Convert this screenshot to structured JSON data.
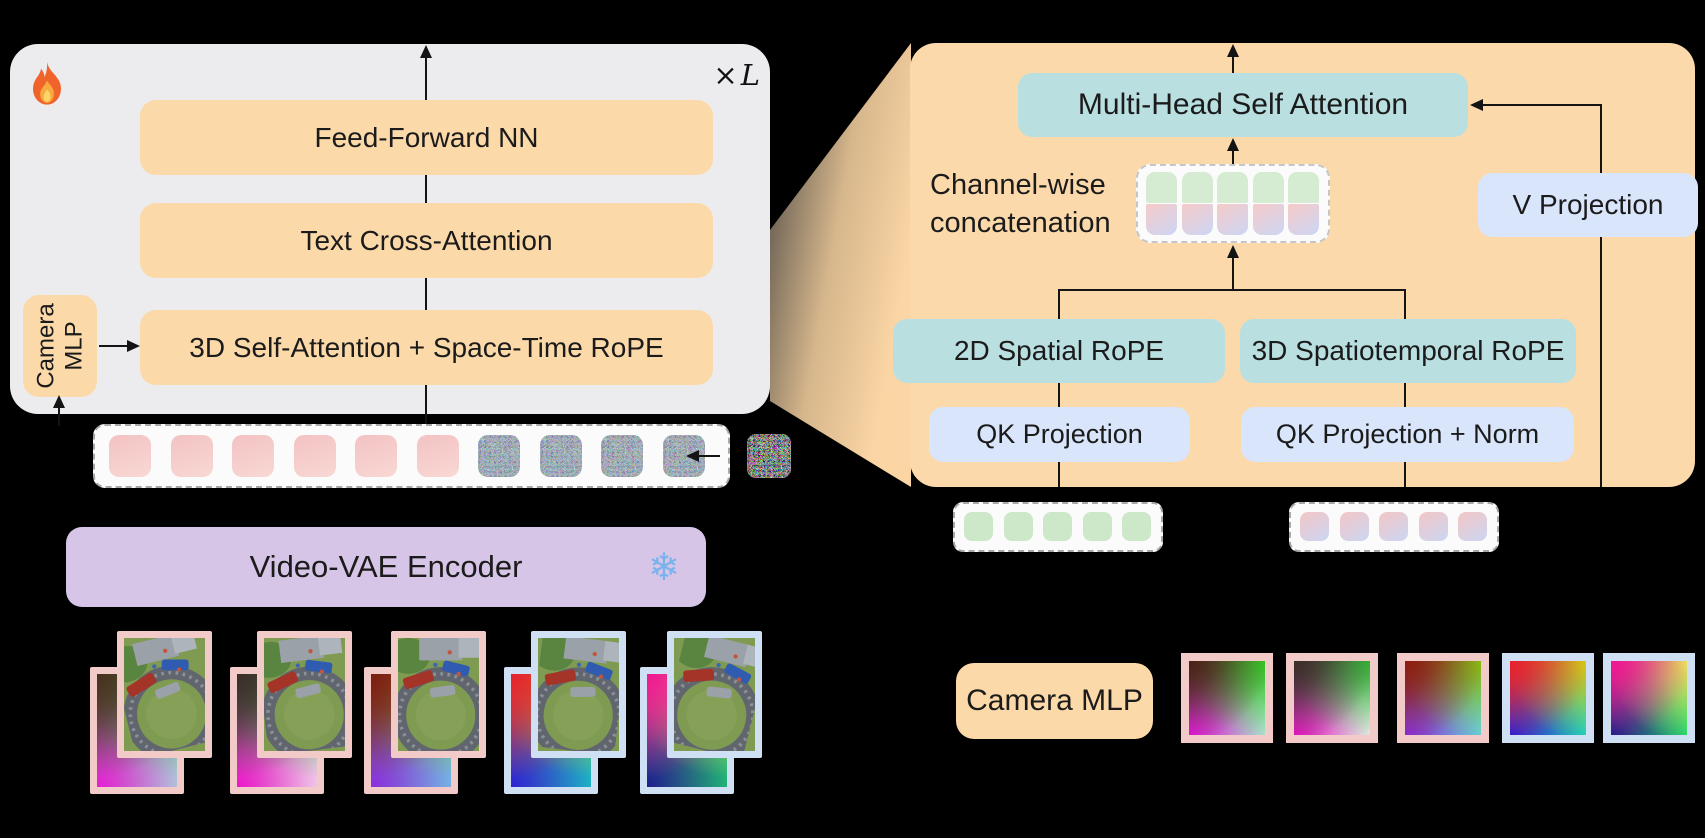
{
  "transformer": {
    "trainable_icon": "flame",
    "repeat_times": "×",
    "repeat_var": "L",
    "feed_forward_label": "Feed-Forward NN",
    "cross_attention_label": "Text Cross-Attention",
    "self_attention_label": "3D Self-Attention + Space-Time RoPE",
    "camera_mlp_label": "Camera MLP"
  },
  "vae": {
    "label": "Video-VAE Encoder",
    "frozen_icon": "❄"
  },
  "attn": {
    "mhsa_label": "Multi-Head Self Attention",
    "concat_line1": "Channel-wise",
    "concat_line2": "concatenation",
    "v_projection_label": "V Projection",
    "rope_2d_label": "2D Spatial RoPE",
    "rope_3d_label": "3D Spatiotemporal RoPE",
    "qk_label": "QK Projection",
    "qk_norm_label": "QK Projection + Norm"
  },
  "camera_mlp": {
    "label": "Camera MLP"
  },
  "latent_tokens": {
    "clean_count": 6,
    "noise_count": 4,
    "clean_color_a": "#f3c2c3",
    "clean_color_b": "#f8d8d4",
    "noise_color": "#b7c6da",
    "has_noise_patch": true
  },
  "concat_tokens": {
    "columns": 5,
    "top_color": "#d5ecd2",
    "bottom_color_a": "#f6cac8",
    "bottom_color_b": "#ccd6f4"
  },
  "spatial_tokens": {
    "count": 5,
    "color": "#cde7c9"
  },
  "camera_tokens": {
    "count": 5,
    "color_a": "#f3c6c5",
    "color_b": "#ccd6f3"
  },
  "frames": {
    "count": 5,
    "border_colors": [
      "#f2cbc9",
      "#f2cbc9",
      "#f2cbc9",
      "#cfe0f5",
      "#cfe0f5"
    ],
    "plucker_corners": [
      [
        "#4a3020",
        "#49b04a",
        "#e71ed4",
        "#9ff0dd"
      ],
      [
        "#3c2d2a",
        "#35b83a",
        "#ee16cc",
        "#eef8f0"
      ],
      [
        "#7e1e12",
        "#85bf17",
        "#8a2ede",
        "#6cd9e6"
      ],
      [
        "#e42430",
        "#d6cf15",
        "#2c22d4",
        "#18dcc0"
      ],
      [
        "#ee1a92",
        "#eee55e",
        "#1a1f8e",
        "#22df6e"
      ]
    ]
  },
  "plucker_maps": {
    "count": 5,
    "border_colors": [
      "#f2cbc9",
      "#f2cbc9",
      "#f2cbc9",
      "#cfe0f5",
      "#cfe0f5"
    ],
    "corners": [
      [
        "#4a2418",
        "#33cc22",
        "#e816e0",
        "#b0ecd8"
      ],
      [
        "#3c2d2a",
        "#2fb833",
        "#ed13c9",
        "#e8f8ef"
      ],
      [
        "#8c1e10",
        "#88c20e",
        "#8b2cdf",
        "#63d8e8"
      ],
      [
        "#e8222e",
        "#d8d211",
        "#2a1ed8",
        "#12dcc3"
      ],
      [
        "#ef1890",
        "#f0e858",
        "#161c8a",
        "#1ee06a"
      ]
    ]
  },
  "colors": {
    "panel_gray": "#ececee",
    "panel_orange": "#fcd9ab",
    "block_orange": "#fcd9a9",
    "teal": "#b9dfe0",
    "blue": "#d8e5fb",
    "purple": "#d7c5e7",
    "line": "#141414",
    "snowflake_blue": "#7ab3ec"
  }
}
